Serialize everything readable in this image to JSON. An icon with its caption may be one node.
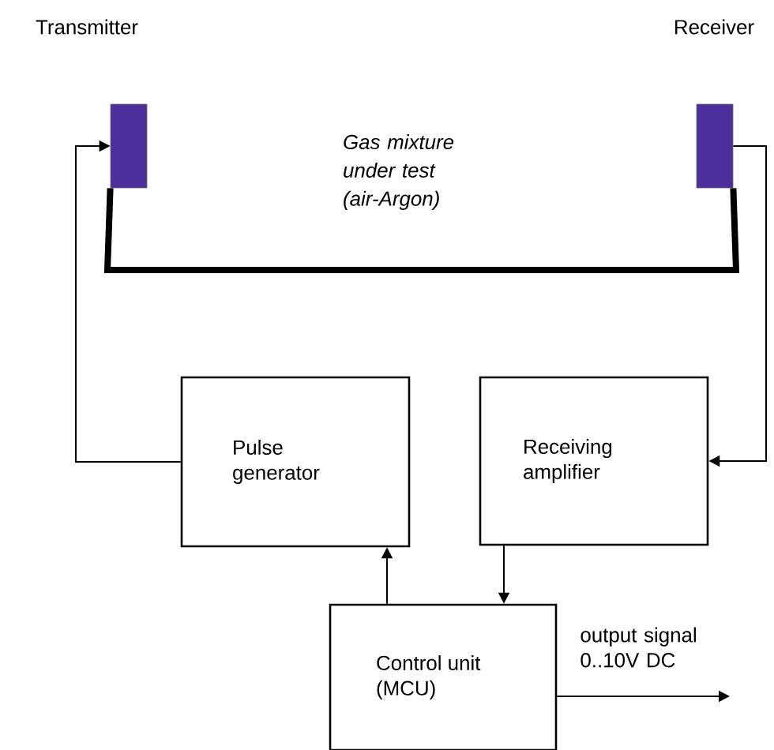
{
  "diagram": {
    "nodes": [
      {
        "text": [],
        "shape": "box"
      },
      {
        "text": [],
        "shape": "box"
      },
      {
        "text": [
          "Pulse generator"
        ]
      },
      {
        "text": [
          "Receiving amplifier"
        ]
      },
      {
        "text": [
          "Control unit (MCU)"
        ]
      }
    ],
    "edges": [
      {
        "from": 2,
        "to": 0,
        "arrow": "to"
      },
      {
        "from": 1,
        "to": 3,
        "arrow": "to"
      },
      {
        "from": 4,
        "to": 2,
        "arrow": "to"
      },
      {
        "from": 3,
        "to": 4,
        "arrow": "to"
      },
      {
        "from": 0,
        "to": 1,
        "arrow": "none",
        "style": "thick"
      },
      {
        "from": 4,
        "to": null,
        "arrow": "to",
        "label": "output signal 0..10V DC"
      }
    ],
    "labels": [
      "Transmitter",
      "Receiver",
      "Gas mixture under test (air-Argon)"
    ]
  }
}
